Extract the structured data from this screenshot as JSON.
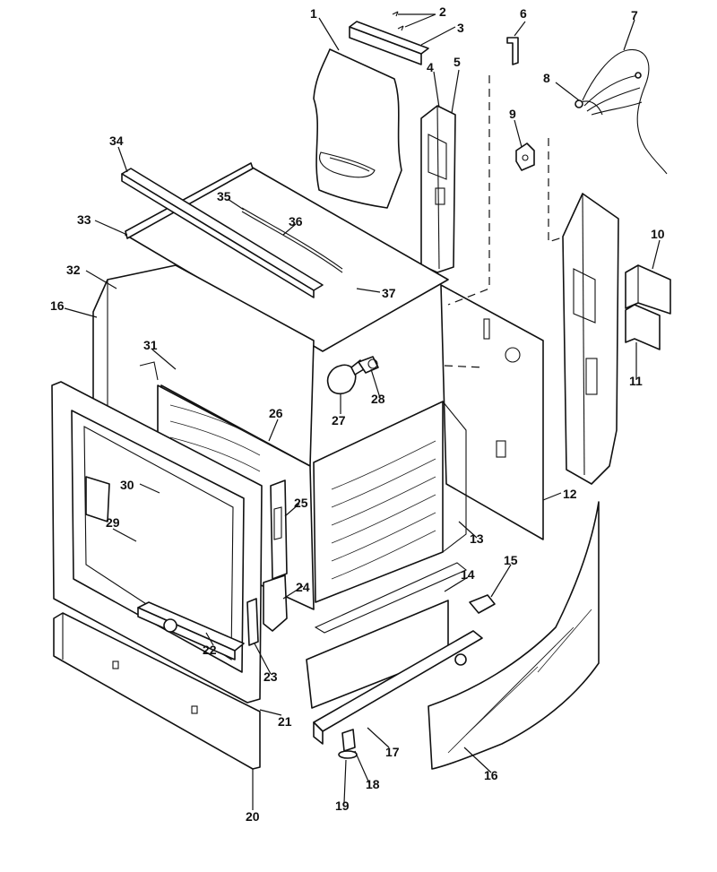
{
  "callouts": [
    {
      "id": "c1",
      "text": "1"
    },
    {
      "id": "c2",
      "text": "2"
    },
    {
      "id": "c3",
      "text": "3"
    },
    {
      "id": "c4",
      "text": "4"
    },
    {
      "id": "c5",
      "text": "5"
    },
    {
      "id": "c6",
      "text": "6"
    },
    {
      "id": "c7",
      "text": "7"
    },
    {
      "id": "c8",
      "text": "8"
    },
    {
      "id": "c9",
      "text": "9"
    },
    {
      "id": "c10",
      "text": "10"
    },
    {
      "id": "c11",
      "text": "11"
    },
    {
      "id": "c12",
      "text": "12"
    },
    {
      "id": "c13",
      "text": "13"
    },
    {
      "id": "c14",
      "text": "14"
    },
    {
      "id": "c15",
      "text": "15"
    },
    {
      "id": "c16a",
      "text": "16"
    },
    {
      "id": "c16b",
      "text": "16"
    },
    {
      "id": "c17",
      "text": "17"
    },
    {
      "id": "c18",
      "text": "18"
    },
    {
      "id": "c19",
      "text": "19"
    },
    {
      "id": "c20",
      "text": "20"
    },
    {
      "id": "c21",
      "text": "21"
    },
    {
      "id": "c22",
      "text": "22"
    },
    {
      "id": "c23",
      "text": "23"
    },
    {
      "id": "c24",
      "text": "24"
    },
    {
      "id": "c25",
      "text": "25"
    },
    {
      "id": "c26",
      "text": "26"
    },
    {
      "id": "c27",
      "text": "27"
    },
    {
      "id": "c28",
      "text": "28"
    },
    {
      "id": "c29",
      "text": "29"
    },
    {
      "id": "c30",
      "text": "30"
    },
    {
      "id": "c31",
      "text": "31"
    },
    {
      "id": "c32",
      "text": "32"
    },
    {
      "id": "c33",
      "text": "33"
    },
    {
      "id": "c34",
      "text": "34"
    },
    {
      "id": "c35",
      "text": "35"
    },
    {
      "id": "c36",
      "text": "36"
    },
    {
      "id": "c37",
      "text": "37"
    }
  ]
}
